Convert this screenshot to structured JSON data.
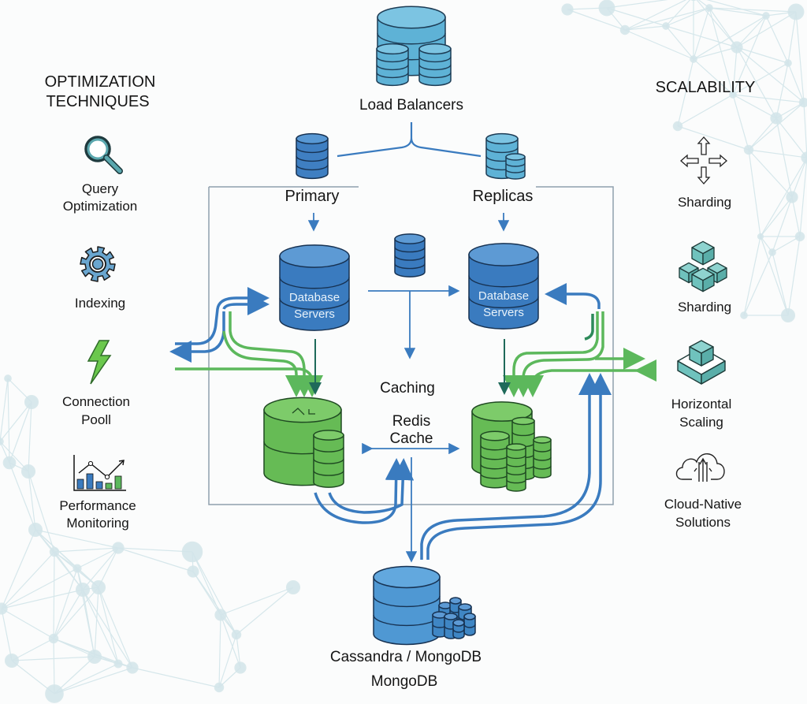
{
  "left_panel": {
    "title_line1": "OPTIMIZATION",
    "title_line2": "TECHNIQUES",
    "items": [
      {
        "icon": "magnifier-icon",
        "line1": "Query",
        "line2": "Optimization"
      },
      {
        "icon": "gear-icon",
        "line1": "Indexing",
        "line2": ""
      },
      {
        "icon": "lightning-icon",
        "line1": "Connection",
        "line2": "Pooll"
      },
      {
        "icon": "chart-icon",
        "line1": "Performance",
        "line2": "Monitoring"
      }
    ]
  },
  "right_panel": {
    "title": "SCALABILITY",
    "items": [
      {
        "icon": "four-arrows-icon",
        "line1": "Sharding",
        "line2": ""
      },
      {
        "icon": "cubes-icon",
        "line1": "Sharding",
        "line2": ""
      },
      {
        "icon": "stacked-cube-icon",
        "line1": "Horizontal",
        "line2": "Scaling"
      },
      {
        "icon": "cloud-upload-icon",
        "line1": "Cloud-Native",
        "line2": "Solutions"
      }
    ]
  },
  "center": {
    "load_balancers": "Load Balancers",
    "primary": "Primary",
    "replicas": "Replicas",
    "db_server_left_line1": "Database",
    "db_server_left_line2": "Servers",
    "db_server_right_line1": "Database",
    "db_server_right_line2": "Servers",
    "caching": "Caching",
    "redis_line1": "Redis",
    "redis_line2": "Cache",
    "nosql_line1": "Cassandra / MongoDB",
    "nosql_line2": "MongoDB"
  },
  "colors": {
    "blue_dark": "#2f6fae",
    "blue_mid": "#3f86c4",
    "teal": "#58a9c9",
    "green": "#5cb85c",
    "green_dark": "#3b8a3e",
    "network": "#cfe1e6",
    "frame": "#8a9aa8",
    "teal_icon": "#6fc2bd"
  }
}
